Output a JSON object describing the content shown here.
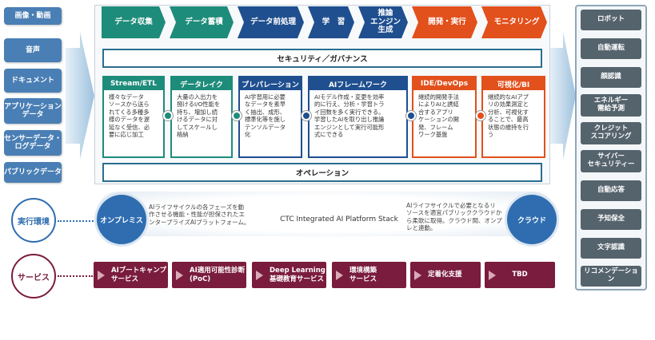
{
  "sources": [
    "画像・動画",
    "音声",
    "ドキュメント",
    "アプリケーション\nデータ",
    "センサーデータ・\nログデータ",
    "パブリックデータ"
  ],
  "process_steps": [
    {
      "label": "データ収集",
      "color": "#1e8c7a"
    },
    {
      "label": "データ蓄積",
      "color": "#1e8c7a"
    },
    {
      "label": "データ前処理",
      "color": "#1f4f8f"
    },
    {
      "label": "学　習",
      "color": "#1f4f8f"
    },
    {
      "label": "推論\nエンジン\n生成",
      "color": "#1f4f8f"
    },
    {
      "label": "開発・実行",
      "color": "#e2501c"
    },
    {
      "label": "モニタリング",
      "color": "#e2501c"
    }
  ],
  "security_band": "セキュリティ／ガバナンス",
  "operation_band": "オペレーション",
  "cards": [
    {
      "title": "Stream/ETL",
      "color": "#1e8c7a",
      "body": "様々なデータ\nソースから送ら\nれてくる多種多\n様のデータを遅\n延なく受信、必\n要に応じ加工"
    },
    {
      "title": "データレイク",
      "color": "#1e8c7a",
      "body": "大量の入出力を\n捌けるI/O性能を\n持ち、増加し続\nけるデータに対\nしてスケールし\n格納"
    },
    {
      "title": "プレパレーション",
      "color": "#1f4f8f",
      "body": "AI学習用に必要\nなデータを素早\nく抽出、成形、\n標準化等を施し\nテンソルデータ\n化"
    },
    {
      "title": "AIフレームワーク",
      "color": "#1f4f8f",
      "body": "AIモデル作成・変更を効率\n的に行え、分析・学習トラ\nイ回数を多く実行できる。\n学習したAIを取り出し推論\nエンジンとして実行可能形\n式にできる"
    },
    {
      "title": "IDE/DevOps",
      "color": "#e2501c",
      "body": "継続的開発手法\nによりAIと誘結\n合するアプリ\nケーションの開\n発、フレーム\nワーク基盤"
    },
    {
      "title": "可視化/BI",
      "color": "#e2501c",
      "body": "継続的なAIアプ\nリの効果測定と\n分析、可視化す\nることで、最高\n状態の維持を行\nう"
    }
  ],
  "outputs": [
    "ロボット",
    "自動運転",
    "顔認識",
    "エネルギー\n需給予測",
    "クレジット\nスコアリング",
    "サイバー\nセキュリティー",
    "自動応答",
    "予知保全",
    "文字認識",
    "リコメンデーション"
  ],
  "execution": {
    "label": "実行環境",
    "onprem_label": "オンプレミス",
    "onprem_text": "AIライフサイクルの各フェーズを動\n作させる機能・性能が担保されたエ\nンタープライズAIプラットフォーム。",
    "center_label": "CTC Integrated AI Platform Stack",
    "cloud_label": "クラウド",
    "cloud_text": "AIライフサイクルで必要となるリ\nソースを適宜パブリッククラウドか\nら柔軟に取得。クラウド間、オンプ\nレと連動。"
  },
  "services": {
    "label": "サービス",
    "items": [
      "AIブートキャンプ\nサービス",
      "AI適用可能性診断\n(PoC)",
      "Deep Learning\n基礎教育サービス",
      "環境構築\nサービス",
      "定着化支援",
      "TBD"
    ]
  },
  "colors": {
    "teal": "#1e8c7a",
    "navy": "#1f4f8f",
    "orange": "#e2501c",
    "service": "#7a1c3d",
    "exec": "#2f6db0"
  }
}
